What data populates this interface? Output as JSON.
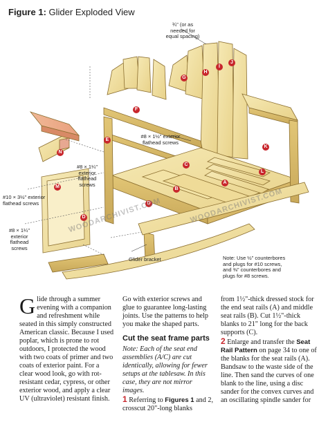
{
  "figure": {
    "label": "Figure 1:",
    "title": "Glider Exploded View"
  },
  "callouts": {
    "top_spacing": [
      "¾\" (or as",
      "needed for",
      "equal spacing)"
    ],
    "screws_mid": [
      "#8 × 1½\" exterior",
      "flathead screws"
    ],
    "screws_left_upper": [
      "#8 × 1¼\"",
      "exterior",
      "flathead",
      "screws"
    ],
    "screws_left_mid": [
      "#10 × 3½\" exterior",
      "flathead screws"
    ],
    "screws_left_low": [
      "#8 × 1¼\"",
      "exterior",
      "flathead",
      "screws"
    ],
    "glider_bracket": "Glider bracket",
    "note": [
      "Note: Use ½\" counterbores",
      "and plugs for #10 screws,",
      "and ⅜\" counterbores and",
      "plugs for #8 screws."
    ]
  },
  "part_labels": {
    "A": "A",
    "B": "B",
    "C": "C",
    "D": "D",
    "E": "E",
    "F": "F",
    "G": "G",
    "H": "H",
    "I": "I",
    "J": "J",
    "K": "K",
    "L": "L",
    "M": "M",
    "N": "N"
  },
  "watermark": "WOODARCHIVIST.COM",
  "article": {
    "col1": {
      "dropcap": "G",
      "text": "lide through a summer evening with a companion and refreshment while seated in this simply constructed American classic. Because I used poplar, which is prone to rot outdoors, I protected the wood with two coats of primer and two coats of exterior paint. For a clear wood look, go with rot-resistant cedar, cypress, or other exterior wood, and apply a clear UV (ultraviolet) resistant finish."
    },
    "col2": {
      "intro": "Go with exterior screws and glue to guarantee long-lasting joints. Use the patterns to help you make the shaped parts.",
      "heading": "Cut the seat frame parts",
      "note": "Note: Each of the seat end assemblies (A/C) are cut identically, allowing for fewer setups at the tablesaw. In this case, they are not mirror images.",
      "step1_num": "1",
      "step1_a": "Referring to",
      "step1_fig": "Figures 1",
      "step1_b": "and 2, crosscut 20\"-long blanks"
    },
    "col3": {
      "text1": "from 1½\"-thick dressed stock for the end seat rails (A) and middle seat rails (B). Cut 1½\"-thick blanks to 21\" long for the back supports (C).",
      "step2_num": "2",
      "step2_a": "Enlarge and transfer the",
      "step2_bold": "Seat Rail Pattern",
      "step2_b": "on page 34 to one of the blanks for the seat rails (A). Bandsaw to the waste side of the line. Then sand the curves of one blank to the line, using a disc sander for the convex curves and an oscillating spindle sander for"
    }
  }
}
